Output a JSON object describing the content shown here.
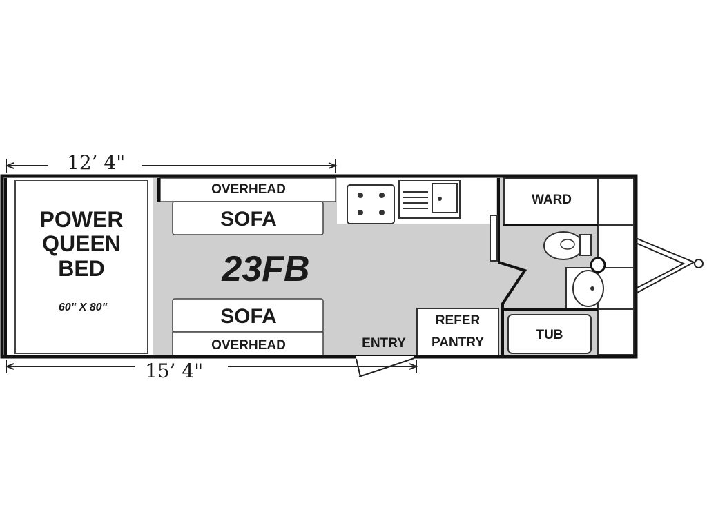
{
  "model": "23FB",
  "dimensions": {
    "top": "12’ 4\"",
    "bottom": "15’ 4\""
  },
  "rooms": {
    "bed_line1": "POWER",
    "bed_line2": "QUEEN",
    "bed_line3": "BED",
    "bed_size": "60\" X 80\"",
    "sofa_top": "SOFA",
    "sofa_bottom": "SOFA",
    "overhead_top": "OVERHEAD",
    "overhead_bottom": "OVERHEAD",
    "ward": "WARD",
    "tub": "TUB",
    "entry": "ENTRY",
    "refer": "REFER",
    "pantry": "PANTRY"
  },
  "colors": {
    "floor": "#cfcfcf",
    "wall": "#111111",
    "fixture": "#ffffff"
  }
}
